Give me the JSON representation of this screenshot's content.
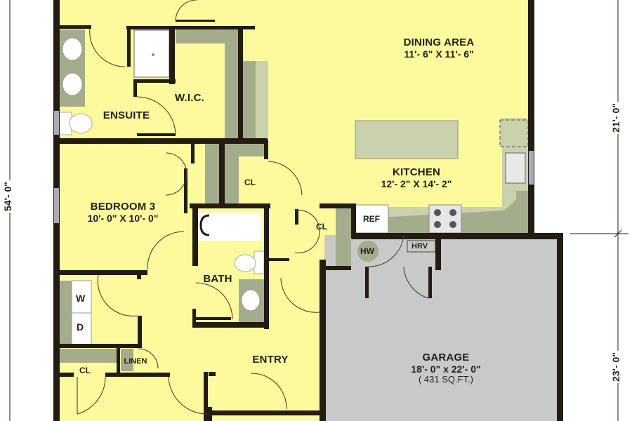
{
  "plan": {
    "colors": {
      "floor": "#fdfa9d",
      "wall": "#231c12",
      "cabinet": "#a3ad8b",
      "cabinet_light": "#c9d1ad",
      "garage": "#c9c9c9",
      "fixture": "#ffffff",
      "window": "#a8aab8"
    },
    "rooms": {
      "dining": {
        "name": "DINING AREA",
        "size": "11'- 6\" X 11'- 6\""
      },
      "kitchen": {
        "name": "KITCHEN",
        "size": "12'- 2\" X 14'- 2\""
      },
      "ensuite": {
        "name": "ENSUITE"
      },
      "wic": {
        "name": "W.I.C."
      },
      "bedroom3": {
        "name": "BEDROOM 3",
        "size": "10'- 0\" X 10'- 0\""
      },
      "bath": {
        "name": "BATH"
      },
      "entry": {
        "name": "ENTRY"
      },
      "garage": {
        "name": "GARAGE",
        "size": "18'- 0\" x 22'- 0\"",
        "area": "( 431 SQ.FT.)"
      },
      "closet_bed3": {
        "name": "CL"
      },
      "closet_entry": {
        "name": "CL"
      },
      "closet_lower": {
        "name": "CL"
      },
      "linen": {
        "name": "LINEN"
      }
    },
    "fixtures": {
      "refrigerator": "REF",
      "hot_water": "HW",
      "hrv": "HRV",
      "washer": "W",
      "dryer": "D"
    },
    "dimensions": {
      "overall_left": "54'- 0\"",
      "right_upper": "21'- 0\"",
      "right_lower": "23'- 0\""
    }
  }
}
